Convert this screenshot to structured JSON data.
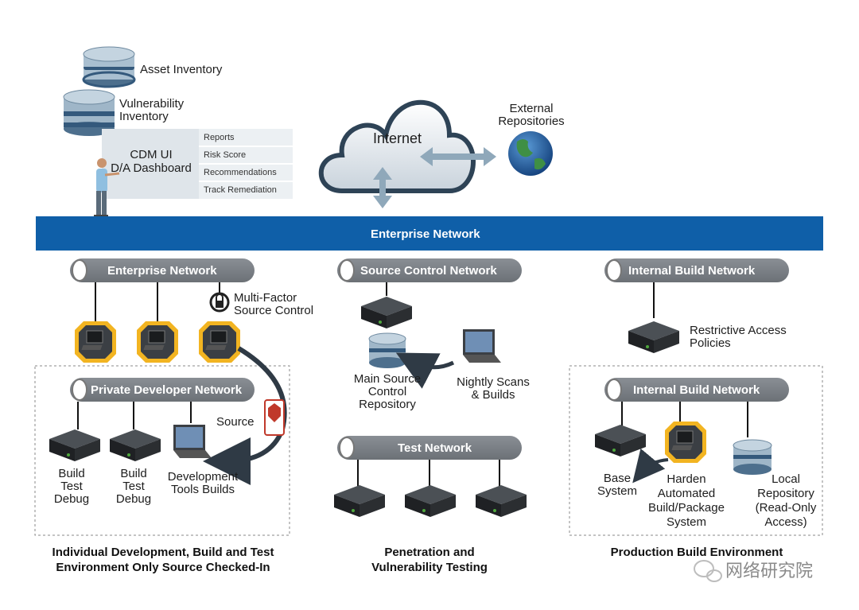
{
  "top": {
    "asset_inventory": "Asset Inventory",
    "vulnerability_inventory": [
      "Vulnerability",
      "Inventory"
    ],
    "dashboard_title": [
      "CDM UI",
      "D/A Dashboard"
    ],
    "dashboard_menu": [
      "Reports",
      "Risk Score",
      "Recommendations",
      "Track Remediation"
    ],
    "internet": "Internet",
    "external_repositories": [
      "External",
      "Repositories"
    ]
  },
  "backbone": {
    "label": "Enterprise Network",
    "color": "#0f5fa8"
  },
  "left": {
    "pill": "Enterprise Network",
    "mfa_label": [
      "Multi-Factor",
      "Source Control"
    ],
    "private_pill": "Private Developer Network",
    "source_label": "Source",
    "build1": [
      "Build",
      "Test",
      "Debug"
    ],
    "build2": [
      "Build",
      "Test",
      "Debug"
    ],
    "dev_tools": [
      "Development",
      "Tools Builds"
    ],
    "caption": [
      "Individual Development, Build and Test",
      "Environment Only Source Checked-In"
    ]
  },
  "middle": {
    "pill": "Source Control Network",
    "main_repo": [
      "Main Source",
      "Control",
      "Repository"
    ],
    "nightly": [
      "Nightly Scans",
      "& Builds"
    ],
    "test_pill": "Test Network",
    "caption": [
      "Penetration and",
      "Vulnerability Testing"
    ]
  },
  "right": {
    "pill": "Internal Build Network",
    "restrictive": [
      "Restrictive Access",
      "Policies"
    ],
    "inner_pill": "Internal Build Network",
    "base_system": [
      "Base",
      "System"
    ],
    "harden": [
      "Harden",
      "Automated",
      "Build/Package",
      "System"
    ],
    "local_repo": [
      "Local",
      "Repository",
      "(Read-Only",
      "Access)"
    ],
    "caption": [
      "Production Build Environment"
    ]
  },
  "watermark": "网络研究院",
  "colors": {
    "pill": "#7a7f85",
    "device": "#2b2e31",
    "device_led": "#4ea63c",
    "monitor_frame": "#f2b421",
    "db": "#9fb6c8",
    "arrow": "#8fa8ba"
  }
}
